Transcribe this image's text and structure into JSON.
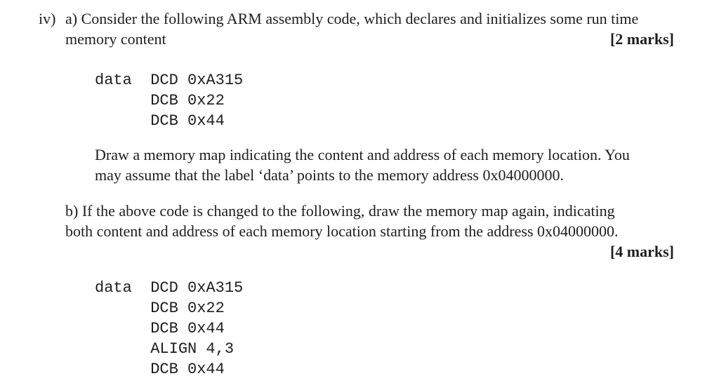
{
  "page": {
    "background": "#ffffff",
    "text_color": "#1e1e1e"
  },
  "question": {
    "item_label": "iv)",
    "part_a": {
      "intro_line_1": "a) Consider the following ARM assembly code, which declares and initializes some run time",
      "intro_line_2": "memory content",
      "marks": "[2 marks]",
      "code_lines": [
        "data  DCD 0xA315",
        "      DCB 0x22",
        "      DCB 0x44"
      ],
      "instruction_line_1": "Draw a memory map indicating the content and address of each memory location. You",
      "instruction_line_2": "may assume that the label ‘data’ points to the memory address 0x04000000."
    },
    "part_b": {
      "intro_line_1": "b) If the above code is changed to the following, draw the memory map again, indicating",
      "intro_line_2": "both content and address of each memory location starting from the address 0x04000000.",
      "marks": "[4 marks]",
      "code_lines": [
        "data  DCD 0xA315",
        "      DCB 0x22",
        "      DCB 0x44",
        "      ALIGN 4,3",
        "      DCB 0x44"
      ]
    }
  }
}
